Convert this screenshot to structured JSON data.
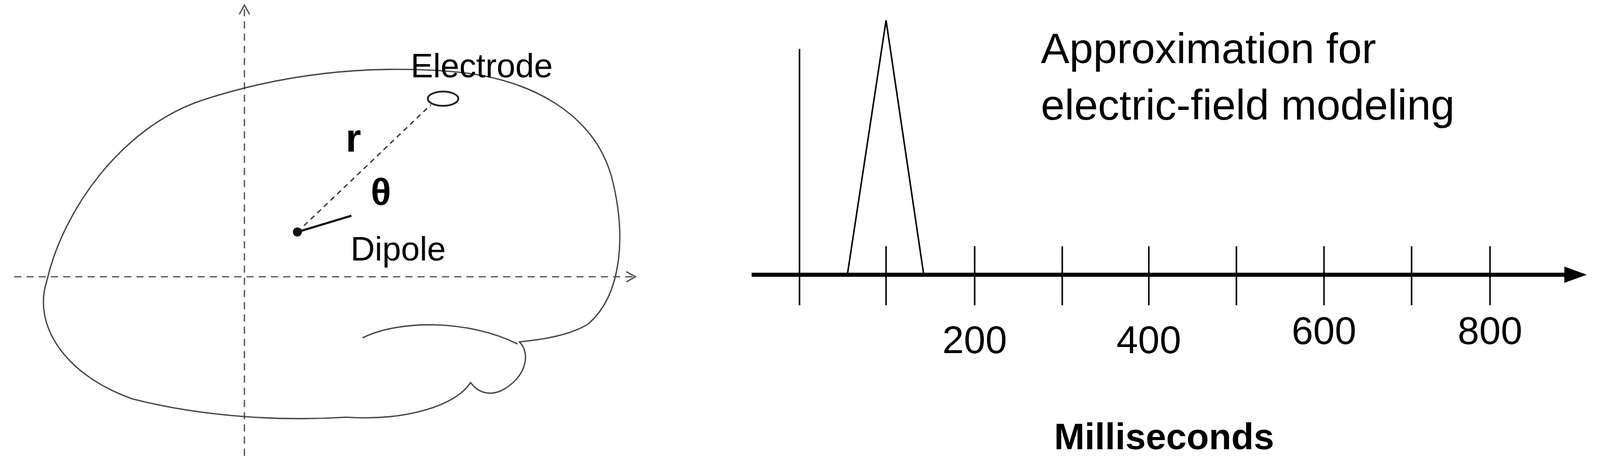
{
  "diagram": {
    "labels": [
      "Electrode",
      "r",
      "θ",
      "Dipole",
      "Approximation for electric-field modeling",
      "200",
      "400",
      "600",
      "800",
      "Milliseconds"
    ]
  }
}
